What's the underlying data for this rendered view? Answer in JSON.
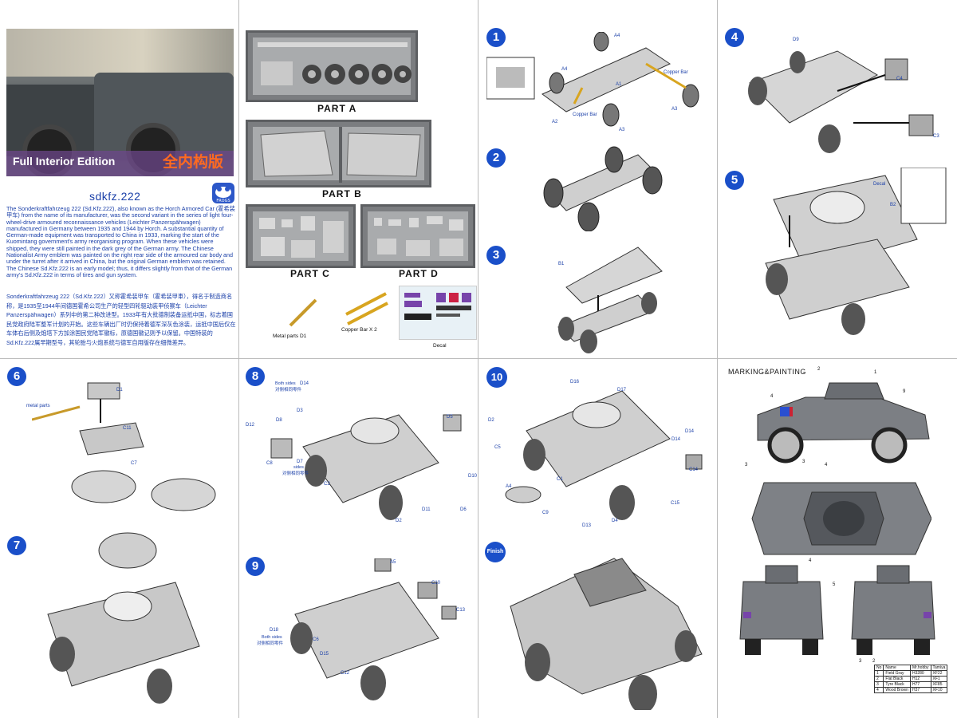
{
  "cover": {
    "edition_en": "Full Interior Edition",
    "edition_cn": "全内构版",
    "title": "sdkfz.222",
    "logo_text": "FROGS",
    "description_en": "The Sonderkraftfahrzeug 222 (Sd.Kfz.222), also known as the Horch Armored Car (霍希装甲车) from the name of its manufacturer, was the second variant in the series of light four-wheel-drive armoured reconnaissance vehicles (Leichter Panzerspähwagen) manufactured in Germany between 1935 and 1944 by Horch. A substantial quantity of German-made equipment was transported to China in 1933, marking the start of the Kuomintang government's army reorganising program. When these vehicles were shipped, they were still painted in the dark grey of the German army. The Chinese Nationalist Army emblem was painted on the right rear side of the armoured car body and under the turret after it arrived in China, but the original German emblem was retained. The Chinese Sd.Kfz.222 is an early model; thus, it differs slightly from that of the German army's Sd.Kfz.222 in terms of tires and gun system.",
    "description_cn": "Sonderkraftfahrzeug 222（Sd.Kfz.222）又称霍希装甲车（霍希装甲車），得名于制造商名称，是1935至1944年间德国霍希公司生产的轻型四轮驱动装甲侦察车（Leichter Panzerspähwagen）系列中的第二种改进型。1933年有大批德制装备运抵中国，标志着国民党政府陆军整军计划的开始。这些车辆出厂时仍保持着德军深灰色涂装，运抵中国后仅在车体右后侧及炮塔下方加涂国民党陆军徽标，原德国徽记则予以保留。中国特装的Sd.Kfz.222属早期型号，其轮胎与火炮系统与德军自用版存在细微差异。"
  },
  "parts": {
    "part_a": "PART A",
    "part_b": "PART B",
    "part_c": "PART C",
    "part_d": "PART D",
    "metal_parts": "Metal parts D1",
    "copper_bar": "Copper Bar X 2",
    "decal": "Decal"
  },
  "steps": [
    {
      "n": "1",
      "labels": [
        "A4",
        "A4",
        "A1",
        "Copper Bar",
        "A3",
        "A2",
        "Copper Bar",
        "A3"
      ]
    },
    {
      "n": "2"
    },
    {
      "n": "3",
      "labels": [
        "B1"
      ]
    },
    {
      "n": "4",
      "labels": [
        "D9",
        "C4",
        "C3"
      ]
    },
    {
      "n": "5",
      "labels": [
        "Decal",
        "B2"
      ]
    },
    {
      "n": "6",
      "labels": [
        "metal parts",
        "D1",
        "C11",
        "C7"
      ]
    },
    {
      "n": "7"
    },
    {
      "n": "8",
      "labels": [
        "Both sides",
        "D14",
        "对侧相同零件",
        "D3",
        "D12",
        "D8",
        "C8",
        "D7",
        "sides",
        "对侧相同零件",
        "C2",
        "D11",
        "D2",
        "D5",
        "D6",
        "D10"
      ]
    },
    {
      "n": "9",
      "labels": [
        "A5",
        "C10",
        "C13",
        "D18",
        "Both sides",
        "对侧相同零件",
        "C6",
        "D15",
        "C12"
      ]
    },
    {
      "n": "10",
      "labels": [
        "D16",
        "D17",
        "D2",
        "C5",
        "D14",
        "D14",
        "C14",
        "A4",
        "C1",
        "C9",
        "D13",
        "D4",
        "C15"
      ]
    },
    {
      "n": "Finish"
    }
  ],
  "marking": {
    "title": "MARKING&PAINTING",
    "callouts": [
      "2",
      "1",
      "9",
      "4",
      "3",
      "3",
      "4",
      "4",
      "5",
      "3",
      "2"
    ],
    "legend_header": [
      "No",
      "Name",
      "Mr.hobby",
      "Tamiya"
    ],
    "legend_rows": [
      [
        "1",
        "Field Gray",
        "H3280",
        "XF22"
      ],
      [
        "2",
        "Flat Black",
        "H12",
        "XF1"
      ],
      [
        "3",
        "Tyre Black",
        "H77",
        "XF85"
      ],
      [
        "4",
        "Wood Brown",
        "H37",
        "XF10"
      ]
    ]
  },
  "colors": {
    "accent_blue": "#1a4fc9",
    "text_blue": "#1a3fa8",
    "edition_orange": "#ff6a20"
  }
}
